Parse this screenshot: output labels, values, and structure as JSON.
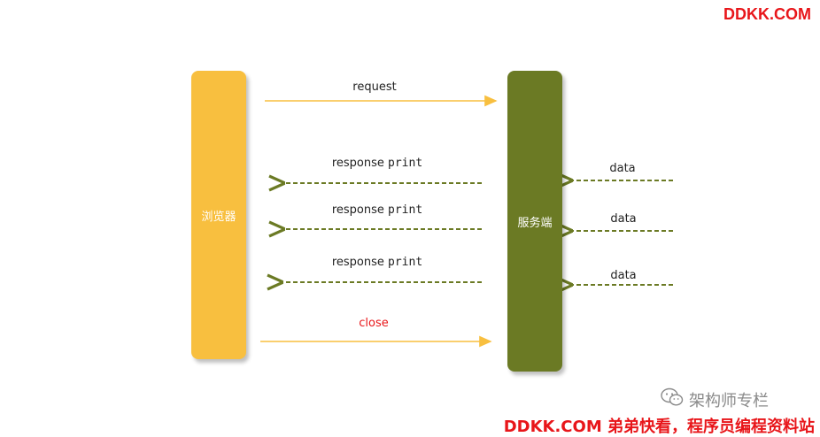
{
  "brand_top": "DDKK.COM",
  "brand_bottom": "DDKK.COM 弟弟快看，程序员编程资料站",
  "watermark": {
    "icon": "wechat-icon",
    "text": "架构师专栏"
  },
  "lifelines": {
    "browser": {
      "label": "浏览器",
      "color": "#f8bf3f"
    },
    "server": {
      "label": "服务端",
      "color": "#6b7a24"
    }
  },
  "messages": {
    "request": "request",
    "response_word": "response",
    "print_word": "print",
    "close": "close",
    "data": "data"
  },
  "colors": {
    "request_arrow": "#f8bf3f",
    "response_arrow": "#6b7a24",
    "close_text": "#e8161a"
  }
}
